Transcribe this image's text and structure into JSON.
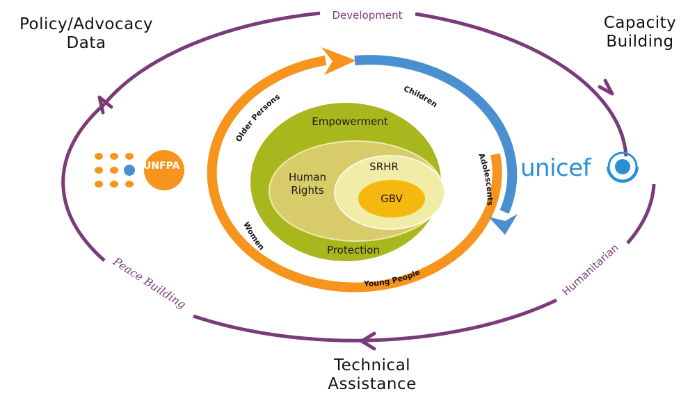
{
  "corners": {
    "top_left": [
      "Policy/Advocacy",
      "Data"
    ],
    "top_right": [
      "Capacity",
      "Building"
    ],
    "bottom": [
      "Technical",
      "Assistance"
    ]
  },
  "outer_labels": {
    "top": "Development",
    "left": "Peace Building",
    "right": "Humanitarian"
  },
  "ring_labels": {
    "older_persons": "Older Persons",
    "children": "Children",
    "adolescents": "Adolescents",
    "young_people": "Young People",
    "women": "Women"
  },
  "core": {
    "empowerment": "Empowerment",
    "protection": "Protection",
    "human_rights": [
      "Human",
      "Rights"
    ],
    "srhr": "SRHR",
    "gbv": "GBV"
  },
  "logos": {
    "unfpa": "UNFPA",
    "unicef": "unicef"
  },
  "colors": {
    "outer_ring": "#7a3b78",
    "orange": "#f7941d",
    "blue": "#4a8fcf",
    "olive": "#a9b71e",
    "tan": "#d8cc6a",
    "pale": "#f1eda7",
    "gbv": "#f5b80f",
    "unicef": "#2a8fd6"
  }
}
